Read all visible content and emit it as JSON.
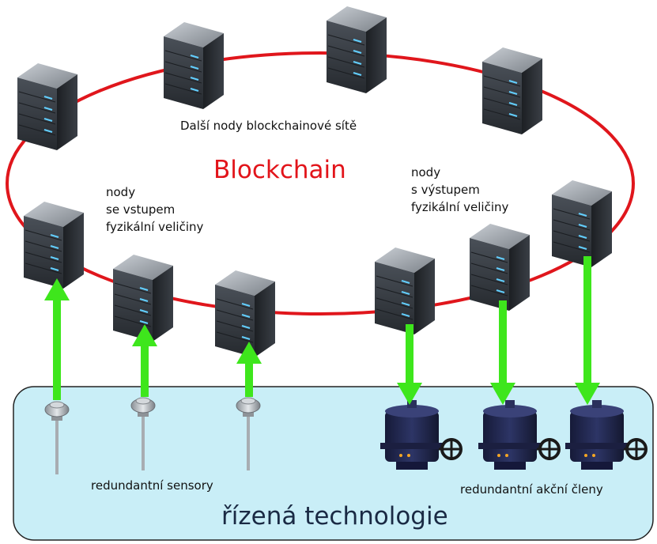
{
  "labels": {
    "other_nodes": "Další nody blockchainové sítě",
    "blockchain": "Blockchain",
    "input_nodes": [
      "nody",
      "se vstupem",
      "fyzikální veličiny"
    ],
    "output_nodes": [
      "nody",
      "s výstupem",
      "fyzikální veličiny"
    ],
    "sensors": "redundantní sensory",
    "actuators": "redundantní akční členy",
    "technology": "řízená technologie"
  },
  "colors": {
    "ring": "#e0161c",
    "arrow": "#3ee61c",
    "blockchain_text": "#e2141a",
    "technology_fill": "#c9eef7",
    "server_body": "#3a3f46",
    "server_led": "#5ec8ff",
    "actuator_body": "#242a52"
  },
  "icons": {
    "server": "server-icon",
    "sensor": "temperature-sensor-icon",
    "actuator": "valve-actuator-icon",
    "arrow": "arrow-icon"
  }
}
